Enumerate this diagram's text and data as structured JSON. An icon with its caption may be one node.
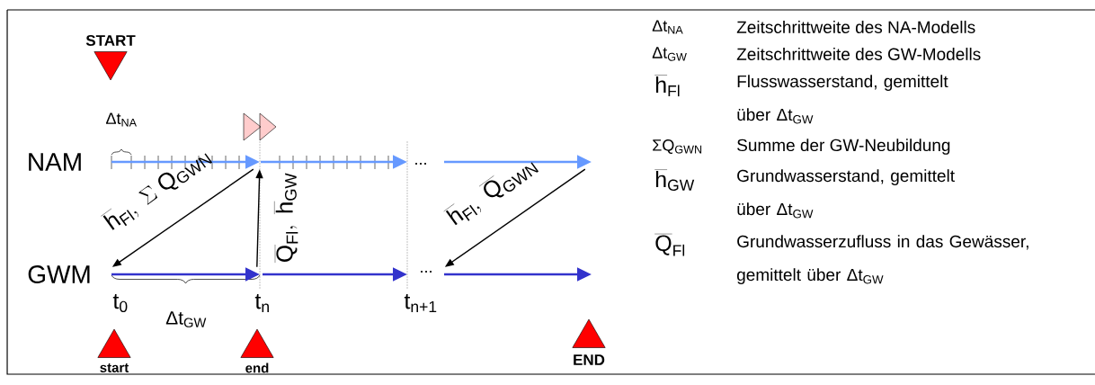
{
  "diagram": {
    "nodes": [
      {
        "text": [
          "START"
        ]
      },
      {
        "text": [
          "start"
        ]
      },
      {
        "text": [
          "end"
        ]
      },
      {
        "text": [
          "END"
        ]
      },
      {
        "text": [
          "NAM"
        ]
      },
      {
        "text": [
          "GWM"
        ]
      }
    ],
    "edges": [
      {
        "from": 4,
        "to": 5,
        "arrow": "to",
        "label": "\\overline{\\mathrm{h}}_{\\mathrm{Fl}},\\ \\Sigma\\ \\mathrm{Q}_{\\mathrm{GWN}}"
      },
      {
        "from": 5,
        "to": 4,
        "arrow": "to",
        "label": "\\overline{\\mathrm{Q}}_{\\mathrm{Fl}},\\ \\overline{\\mathrm{h}}_{\\mathrm{GW}}"
      },
      {
        "from": 4,
        "to": 5,
        "arrow": "to",
        "label": "\\overline{\\mathrm{h}}_{\\mathrm{Fl}},\\ \\overline{\\mathrm{Q}}_{\\mathrm{GWN}}"
      }
    ],
    "labels": [
      "Δt$_{NA}$",
      "...",
      "...",
      "t$_{0}$",
      "t$_{n}$",
      "t$_{n+1}$",
      "Δt$_{GW}$",
      "Δt$_{NA}$",
      "Zeitschrittweite des NA-Modells",
      "Δt$_{GW}$",
      "Zeitschrittweite des GW-Modells",
      "\\overline{\\mathrm{h}}_{\\mathrm{Fl}}",
      "Flusswasserstand, gemittelt über Δt$_{GW}$",
      "ΣQ$_{GWN}$",
      "Summe der GW-Neubildung",
      "\\overline{\\mathrm{h}}_{\\mathrm{GW}}",
      "Grundwasserstand, gemittelt über Δt$_{GW}$",
      "\\overline{\\mathrm{Q}}_{\\mathrm{Fl}}",
      "Grundwasserzufluss in das Gewässer, gemittelt über Δt$_{GW}$"
    ]
  }
}
